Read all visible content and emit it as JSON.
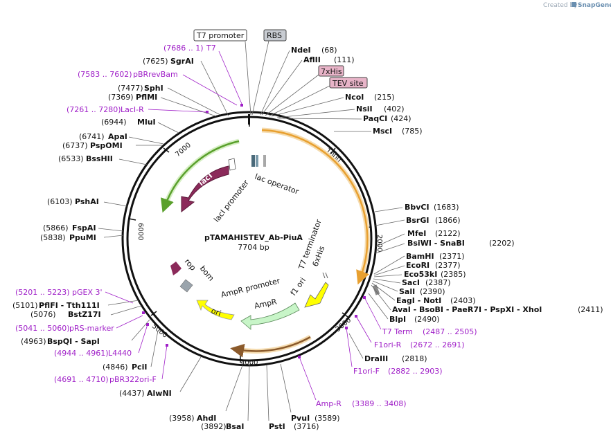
{
  "watermark": {
    "prefix": "Created by",
    "brand": "SnapGene"
  },
  "plasmid": {
    "name": "pTAMAHISTEV_Ab-PiuA",
    "length": "7704 bp"
  },
  "ticks": [
    "1000",
    "2000",
    "3000",
    "4000",
    "5000",
    "6000",
    "7000"
  ],
  "boxed_features": {
    "t7_promoter": "T7 promoter",
    "rbs": "RBS",
    "his7": "7xHis",
    "tev": "TEV site"
  },
  "sites_right": [
    {
      "name": "NdeI",
      "pos": "(68)"
    },
    {
      "name": "AflII",
      "pos": "(111)"
    },
    {
      "name": "NcoI",
      "pos": "(215)"
    },
    {
      "name": "NsiI",
      "pos": "(402)"
    },
    {
      "name": "PaqCI",
      "pos": "(424)"
    },
    {
      "name": "MscI",
      "pos": "(785)"
    },
    {
      "name": "BbvCI",
      "pos": "(1683)"
    },
    {
      "name": "BsrGI",
      "pos": "(1866)"
    },
    {
      "name": "MfeI",
      "pos": "(2122)"
    },
    {
      "name": "BsiWI - SnaBI",
      "pos": "(2202)"
    },
    {
      "name": "BamHI",
      "pos": "(2371)"
    },
    {
      "name": "EcoRI",
      "pos": "(2377)"
    },
    {
      "name": "Eco53kI",
      "pos": "(2385)"
    },
    {
      "name": "SacI",
      "pos": "(2387)"
    },
    {
      "name": "SalI",
      "pos": "(2390)"
    },
    {
      "name": "EagI - NotI",
      "pos": "(2403)"
    },
    {
      "name": "AvaI - BsoBI - PaeR7I - PspXI - XhoI",
      "pos": "(2411)"
    },
    {
      "name": "BlpI",
      "pos": "(2490)"
    },
    {
      "name": "DraIII",
      "pos": "(2818)"
    }
  ],
  "sites_bottom": [
    {
      "name": "PvuI",
      "pos": "(3589)"
    },
    {
      "name": "PstI",
      "pos": "(3716)"
    },
    {
      "name": "BsaI",
      "pos": "(3892)"
    },
    {
      "name": "AhdI",
      "pos": "(3958)"
    }
  ],
  "sites_left": [
    {
      "name": "SgrAI",
      "pos": "(7625)"
    },
    {
      "name": "SphI",
      "pos": "(7477)"
    },
    {
      "name": "PflMI",
      "pos": "(7369)"
    },
    {
      "name": "MluI",
      "pos": "(6944)"
    },
    {
      "name": "ApaI",
      "pos": "(6741)"
    },
    {
      "name": "PspOMI",
      "pos": "(6737)"
    },
    {
      "name": "BssHII",
      "pos": "(6533)"
    },
    {
      "name": "PshAI",
      "pos": "(6103)"
    },
    {
      "name": "FspAI",
      "pos": "(5866)"
    },
    {
      "name": "PpuMI",
      "pos": "(5838)"
    },
    {
      "name": "PflFI - Tth111I",
      "pos": "(5101)"
    },
    {
      "name": "BstZ17I",
      "pos": "(5076)"
    },
    {
      "name": "BspQI - SapI",
      "pos": "(4963)"
    },
    {
      "name": "PciI",
      "pos": "(4846)"
    },
    {
      "name": "AlwNI",
      "pos": "(4437)"
    }
  ],
  "primers": [
    {
      "range": "(7686 .. 1)",
      "name": "T7"
    },
    {
      "range": "(7583 .. 7602)",
      "name": "pBRrevBam"
    },
    {
      "range": "(7261 .. 7280)",
      "name": "LacI-R"
    },
    {
      "range": "(5201 .. 5223)",
      "name": "pGEX 3'"
    },
    {
      "range": "(5041 .. 5060)",
      "name": "pRS-marker"
    },
    {
      "range": "(4944 .. 4961)",
      "name": "L4440"
    },
    {
      "range": "(4691 .. 4710)",
      "name": "pBR322ori-F"
    },
    {
      "name": "T7 Term",
      "range": "(2487 .. 2505)"
    },
    {
      "name": "F1ori-R",
      "range": "(2672 .. 2691)"
    },
    {
      "name": "F1ori-F",
      "range": "(2882 .. 2903)"
    },
    {
      "name": "Amp-R",
      "range": "(3389 .. 3408)"
    }
  ],
  "inner_features": {
    "laci": "lacI",
    "laci_promoter": "lacI promoter",
    "lac_operator": "lac operator",
    "t7_terminator": "T7 terminator",
    "his6": "6xHis",
    "f1_ori": "f1 ori",
    "ampr_promoter": "AmpR promoter",
    "ampr": "AmpR",
    "ori": "ori",
    "rop": "rop",
    "bom": "bom"
  },
  "colors": {
    "laci": "#8b2a5a",
    "orf_green": "#5aa02c",
    "orf_orange": "#e8a030",
    "ampr": "#c8f5c8",
    "ori": "#ffff00",
    "f1_ori": "#ffff00",
    "rop": "#8b2a5a",
    "bom": "#9aa4ac",
    "primer": "#a020c8"
  }
}
